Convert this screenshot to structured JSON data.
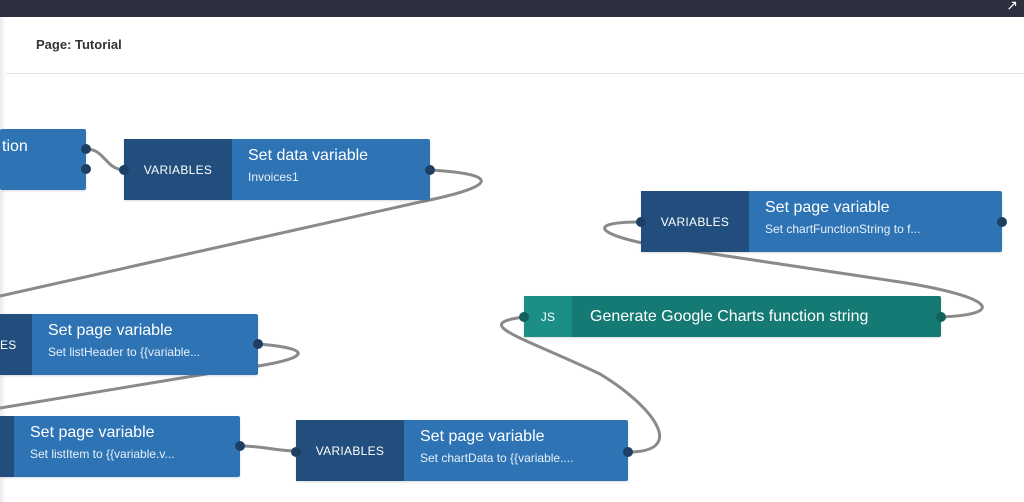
{
  "header": {
    "page_title": "Page: Tutorial"
  },
  "nodes": {
    "partial_action": {
      "title": "tion"
    },
    "set_data_variable": {
      "category": "VARIABLES",
      "title": "Set data variable",
      "subtitle": "Invoices1"
    },
    "set_list_header": {
      "category": "ES",
      "title": "Set page variable",
      "subtitle": "Set listHeader to {{variable..."
    },
    "set_list_item": {
      "title": "Set page variable",
      "subtitle": "Set listItem to {{variable.v..."
    },
    "set_chart_data": {
      "category": "VARIABLES",
      "title": "Set page variable",
      "subtitle": "Set chartData to {{variable...."
    },
    "generate_google_charts": {
      "category": "JS",
      "title": "Generate Google Charts function string"
    },
    "set_chart_function_string": {
      "category": "VARIABLES",
      "title": "Set page variable",
      "subtitle": "Set chartFunctionString to f..."
    }
  },
  "colors": {
    "node_blue": "#2e74b5",
    "category_blue": "#214e7d",
    "js_teal": "#147a73",
    "js_category_teal": "#1b8f86",
    "connector_gray": "#8a8a8a",
    "topbar": "#2b2f3e"
  }
}
